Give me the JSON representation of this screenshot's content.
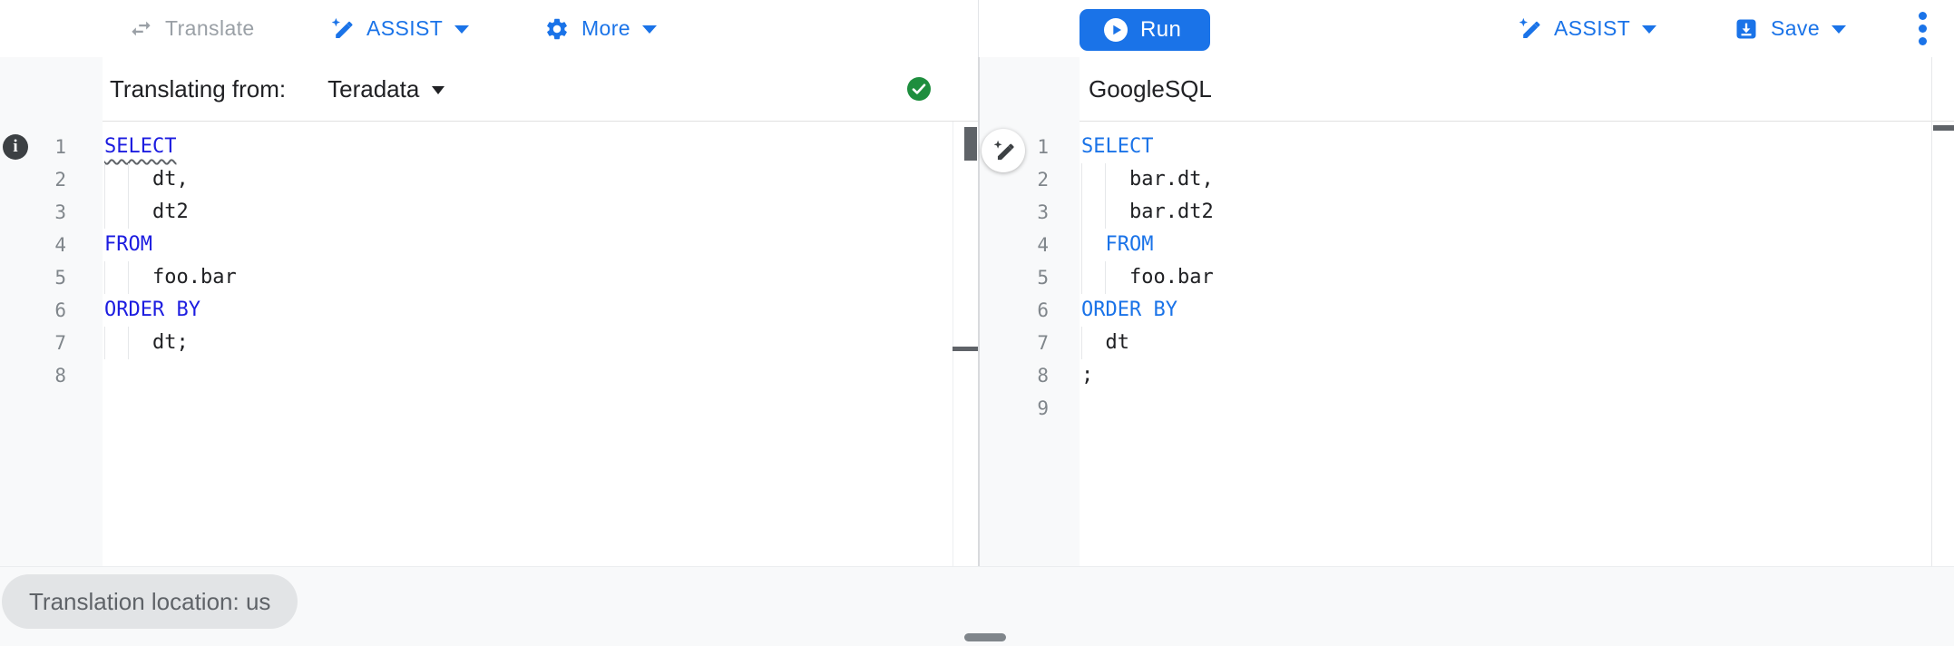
{
  "toolbar": {
    "translate_label": "Translate",
    "assist_label": "ASSIST",
    "more_label": "More",
    "run_label": "Run",
    "assist_right_label": "ASSIST",
    "save_label": "Save"
  },
  "source_panel": {
    "header_label": "Translating from:",
    "dialect_selected": "Teradata",
    "status": "valid",
    "lines": [
      {
        "text": "SELECT",
        "type": "keyword",
        "wavy": true,
        "guides": []
      },
      {
        "text": "    dt,",
        "type": "plain",
        "wavy": false,
        "guides": [
          0,
          2
        ]
      },
      {
        "text": "    dt2",
        "type": "plain",
        "wavy": false,
        "guides": [
          0,
          2
        ]
      },
      {
        "text": "FROM",
        "type": "keyword",
        "wavy": false,
        "guides": []
      },
      {
        "text": "    foo.bar",
        "type": "plain",
        "wavy": false,
        "guides": [
          0,
          2
        ]
      },
      {
        "text": "ORDER BY",
        "type": "keyword",
        "wavy": false,
        "guides": []
      },
      {
        "text": "    dt;",
        "type": "plain",
        "wavy": false,
        "guides": [
          0,
          2
        ]
      },
      {
        "text": "",
        "type": "plain",
        "wavy": false,
        "guides": []
      }
    ]
  },
  "target_panel": {
    "header_label": "GoogleSQL",
    "lines": [
      {
        "text": "SELECT",
        "type": "keyword",
        "wavy": false,
        "guides": []
      },
      {
        "text": "    bar.dt,",
        "type": "plain",
        "wavy": false,
        "guides": [
          0,
          2
        ]
      },
      {
        "text": "    bar.dt2",
        "type": "plain",
        "wavy": false,
        "guides": [
          0,
          2
        ]
      },
      {
        "text": "  FROM",
        "type": "keyword",
        "wavy": false,
        "guides": [
          0
        ]
      },
      {
        "text": "    foo.bar",
        "type": "plain",
        "wavy": false,
        "guides": [
          0,
          2
        ]
      },
      {
        "text": "ORDER BY",
        "type": "keyword",
        "wavy": false,
        "guides": []
      },
      {
        "text": "  dt",
        "type": "plain",
        "wavy": false,
        "guides": [
          0
        ]
      },
      {
        "text": ";",
        "type": "plain",
        "wavy": false,
        "guides": []
      },
      {
        "text": "",
        "type": "plain",
        "wavy": false,
        "guides": []
      }
    ]
  },
  "footer": {
    "location_label": "Translation location: us"
  },
  "gutter": {
    "info_glyph": "i"
  },
  "icons": {
    "translate": "swap-arrows-icon",
    "assist": "magic-pen-icon",
    "more": "gear-icon",
    "run": "play-circle-icon",
    "save": "save-icon",
    "overflow": "kebab-menu-icon",
    "source_status": "check-circle-icon",
    "annotation": "info-icon"
  },
  "colors": {
    "accent_blue": "#1a73e8",
    "source_keyword_blue": "#1d1de0",
    "target_keyword_blue": "#1a73e8",
    "status_green": "#1e8e3e",
    "disabled_gray": "#9aa0a6",
    "gutter_bg": "#f8f9fa",
    "text_dark": "#202124"
  }
}
